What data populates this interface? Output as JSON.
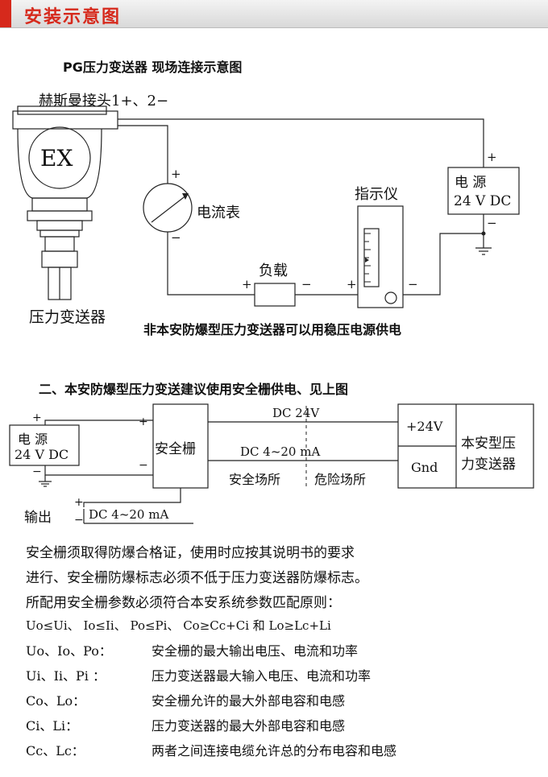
{
  "header": {
    "title": "安装示意图"
  },
  "section1": {
    "title": "PG压力变送器 现场连接示意图",
    "hart_label": "赫斯曼接头1+、2−",
    "ex_label": "EX",
    "ammeter_label": "电流表",
    "load_label": "负载",
    "indicator_label": "指示仪",
    "power_label_1": "电  源",
    "power_label_2": "24 V DC",
    "transmitter_label": "压力变送器",
    "plus": "+",
    "minus": "−",
    "note": "非本安防爆型压力变送器可以用稳压电源供电"
  },
  "section2": {
    "title": "二、本安防爆型压力变送建议使用安全栅供电、见上图",
    "power_label_1": "电    源",
    "power_label_2": "24 V DC",
    "barrier_label": "安全栅",
    "dc24_label": "DC  24V",
    "dc420_label": "DC 4~20  mA",
    "safe_area": "安全场所",
    "hazard_area": "危险场所",
    "plus24_label": "+24V",
    "gnd_label": "Gnd",
    "device_label_1": "本安型压",
    "device_label_2": "力变送器",
    "output_label": "输出",
    "output_value": "DC 4~20  mA",
    "plus": "+",
    "minus": "−"
  },
  "requirements": {
    "line1": "安全栅须取得防爆合格证，使用时应按其说明书的要求",
    "line2": "进行、安全栅防爆标志必须不低于压力变送器防爆标志。",
    "line3": "所配用安全栅参数必须符合本安系统参数匹配原则：",
    "formula": "Uo≤Ui、   Io≤Ii、    Po≤Pi、    Co≥Cc+Ci    和      Lo≥Lc+Li",
    "rows": [
      {
        "key": "Uo、Io、Po：",
        "desc": "安全栅的最大输出电压、电流和功率"
      },
      {
        "key": "Ui、Ii、Pi ：",
        "desc": "压力变送器最大输入电压、电流和功率"
      },
      {
        "key": "Co、Lo：",
        "desc": "安全栅允许的最大外部电容和电感"
      },
      {
        "key": "Ci、Li：",
        "desc": "压力变送器的最大外部电容和电感"
      },
      {
        "key": "Cc、Lc：",
        "desc": "两者之间连接电缆允许总的分布电容和电感"
      }
    ]
  }
}
